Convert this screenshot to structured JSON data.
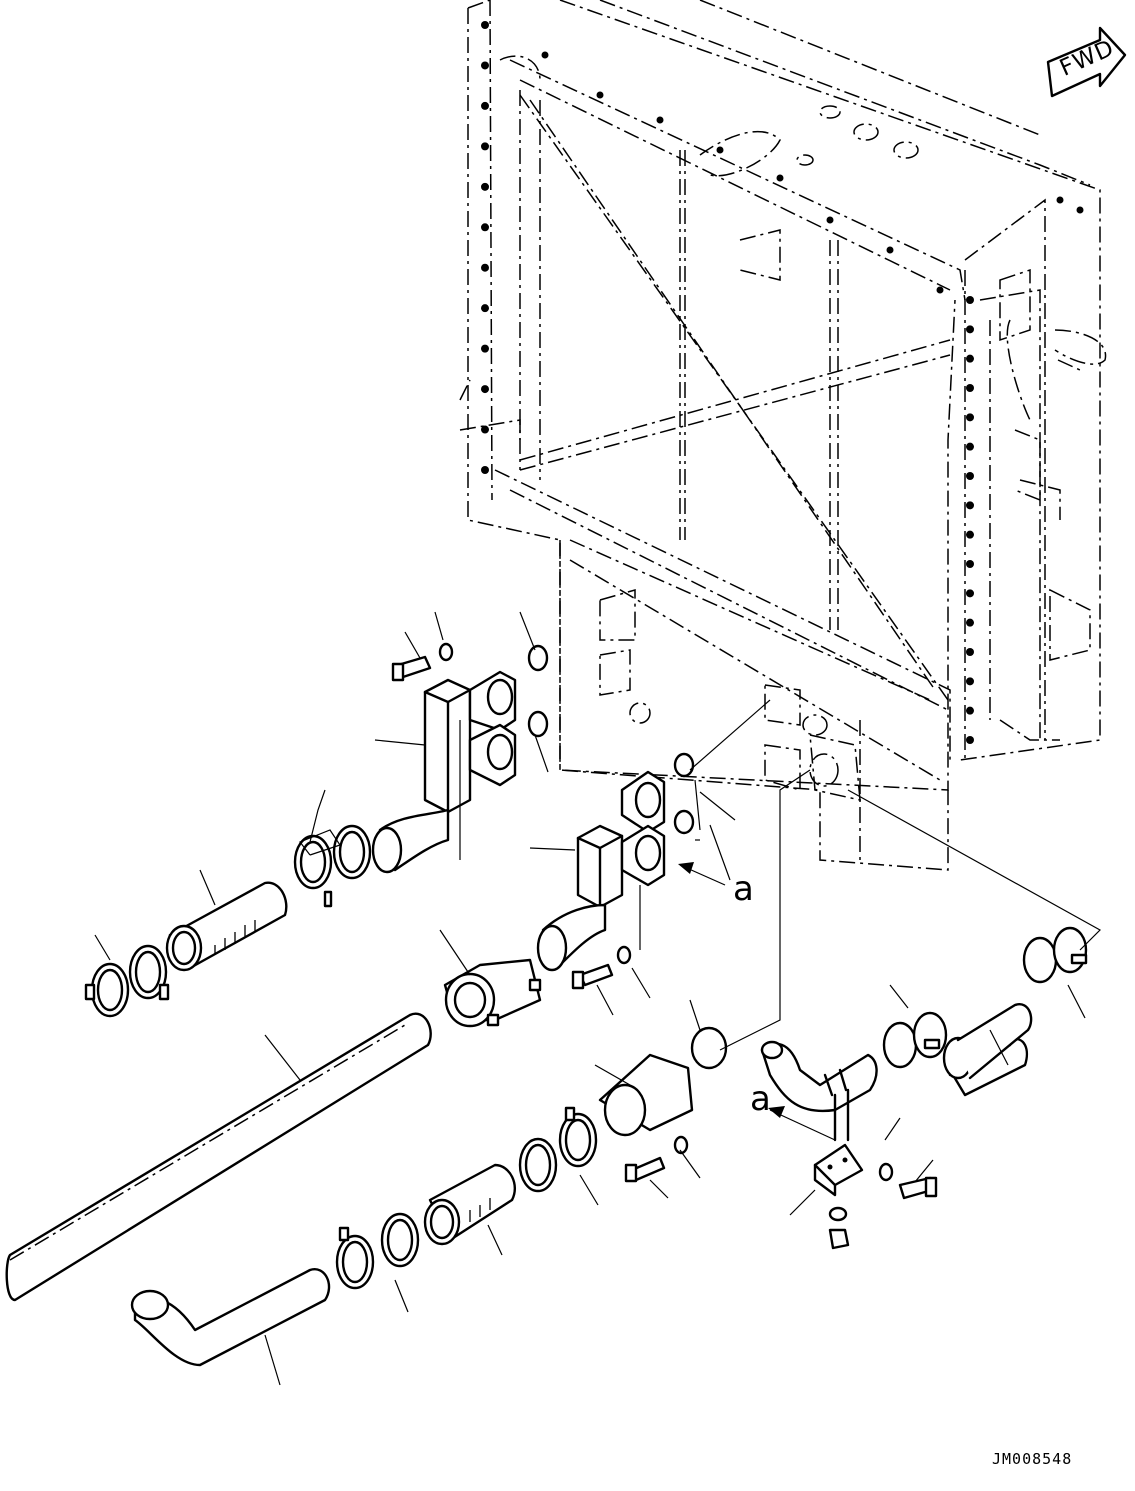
{
  "drawing": {
    "view_direction_label": "FWD",
    "callout_letter": "a",
    "drawing_number": "JM008548"
  },
  "icons": {
    "direction_marker": "fwd-arrow-icon"
  },
  "colors": {
    "line": "#000000",
    "background": "#ffffff"
  }
}
